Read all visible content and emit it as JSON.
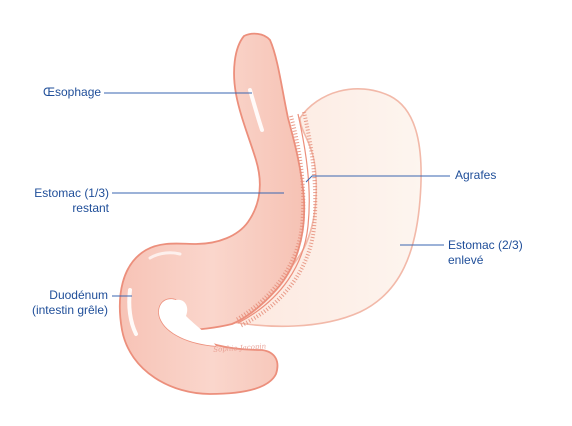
{
  "labels": {
    "oesophage": "Œsophage",
    "estomac_restant_line1": "Estomac (1/3)",
    "estomac_restant_line2": "restant",
    "agrafes": "Agrafes",
    "estomac_enleve_line1": "Estomac (2/3)",
    "estomac_enleve_line2": "enlevé",
    "duodenum_line1": "Duodénum",
    "duodenum_line2": "(intestin grêle)"
  },
  "signature": "Sophie Jacopin",
  "colors": {
    "label_text": "#1f4e99",
    "leader_line": "#3a66b0",
    "remaining_stomach_fill": "#f9cfc5",
    "remaining_stomach_outline": "#ec8f7c",
    "removed_stomach_fill": "#fdf1ea",
    "removed_stomach_outline": "#f2b9a9",
    "staples": "#e58c78",
    "highlight": "#ffffff"
  }
}
